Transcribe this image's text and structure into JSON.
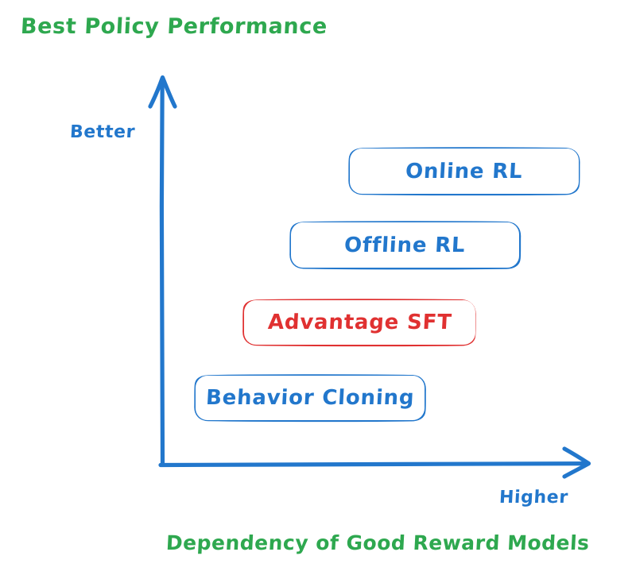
{
  "chart_data": {
    "type": "scatter",
    "title": "Best Policy Performance",
    "xlabel": "Dependency of Good Reward Models",
    "ylabel": "Best Policy Performance",
    "x_axis_tip_label": "Higher",
    "y_axis_tip_label": "Better",
    "grid": false,
    "legend": "none",
    "categories": [
      "Behavior Cloning",
      "Advantage SFT",
      "Offline RL",
      "Online RL"
    ],
    "annotations": [
      {
        "label": "Behavior Cloning",
        "rank_performance": 1,
        "rank_reward_dependency": 1,
        "color": "#2277cc"
      },
      {
        "label": "Advantage SFT",
        "rank_performance": 2,
        "rank_reward_dependency": 2,
        "color": "#e03131"
      },
      {
        "label": "Offline RL",
        "rank_performance": 3,
        "rank_reward_dependency": 3,
        "color": "#2277cc"
      },
      {
        "label": "Online RL",
        "rank_performance": 4,
        "rank_reward_dependency": 4,
        "color": "#2277cc"
      }
    ]
  },
  "title": {
    "text": "Best Policy Performance",
    "color": "#2ea84f"
  },
  "caption": {
    "text": "Dependency of Good Reward Models",
    "color": "#2ea84f"
  },
  "axes": {
    "y_label": "Better",
    "x_label": "Higher",
    "color": "#2277cc"
  },
  "nodes": {
    "online_rl": {
      "label": "Online RL",
      "color": "#2277cc"
    },
    "offline_rl": {
      "label": "Offline RL",
      "color": "#2277cc"
    },
    "advantage_sft": {
      "label": "Advantage SFT",
      "color": "#e03131"
    },
    "behavior_cloning": {
      "label": "Behavior Cloning",
      "color": "#2277cc"
    }
  },
  "colors": {
    "blue": "#2277cc",
    "green": "#2ea84f",
    "red": "#e03131",
    "background": "#ffffff"
  }
}
